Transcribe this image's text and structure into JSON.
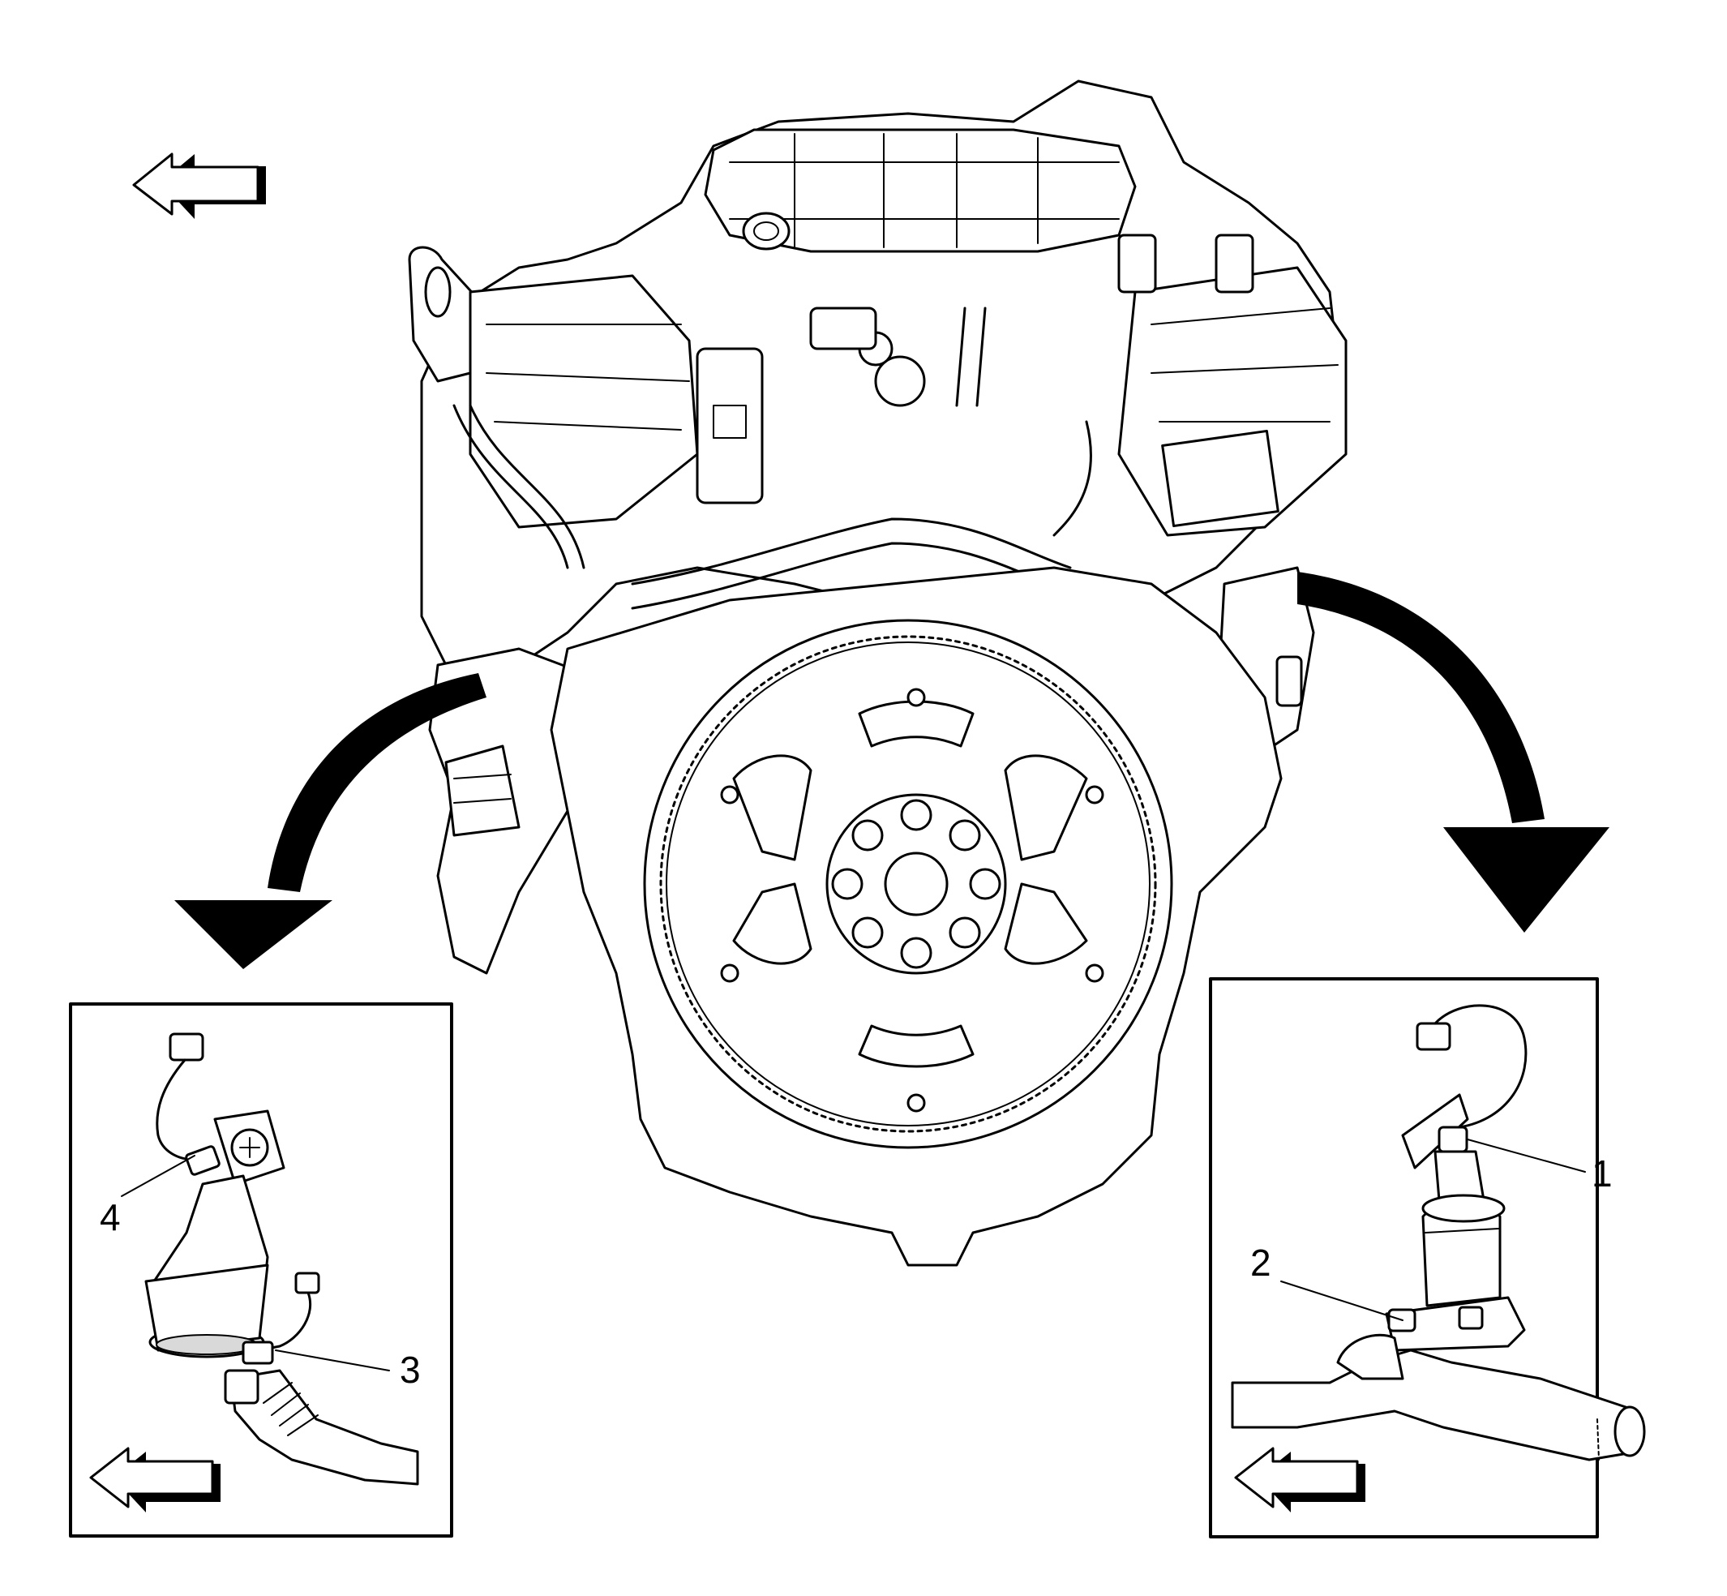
{
  "callouts": [
    {
      "id": "1",
      "label": "1"
    },
    {
      "id": "2",
      "label": "2"
    },
    {
      "id": "3",
      "label": "3"
    },
    {
      "id": "4",
      "label": "4"
    }
  ],
  "icons": {
    "forward_arrow": "front-direction-arrow-icon",
    "detail_arrow": "curved-pointer-arrow-icon"
  },
  "colors": {
    "line": "#000000",
    "background": "#ffffff"
  }
}
